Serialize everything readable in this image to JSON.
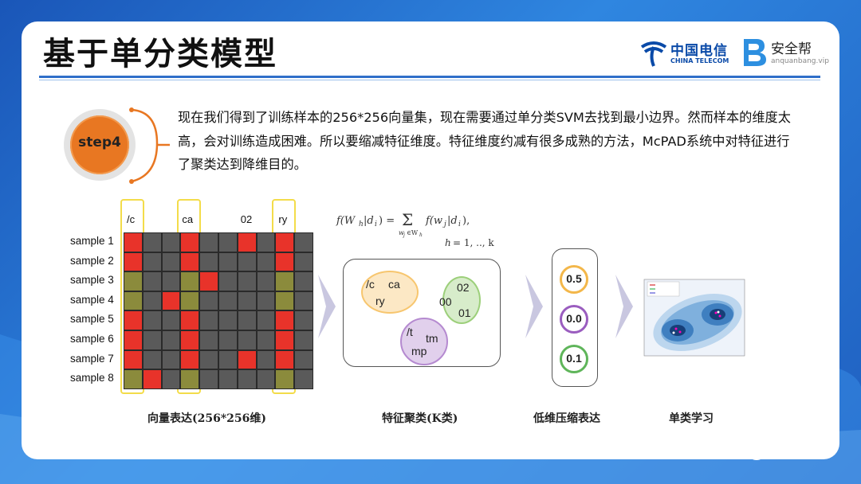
{
  "title": "基于单分类模型",
  "logos": {
    "telecom_cn": "中国电信",
    "telecom_en": "CHINA TELECOM",
    "aqb_cn": "安全帮",
    "aqb_en": "anquanbang.vip"
  },
  "step": {
    "label": "step4",
    "text": "现在我们得到了训练样本的256*256向量集，现在需要通过单分类SVM去找到最小边界。然而样本的维度太高，会对训练造成困难。所以要缩减特征维度。特征维度约减有很多成熟的方法，McPAD系统中对特征进行了聚类达到降维目的。"
  },
  "matrix": {
    "column_labels": [
      "/c",
      "ca",
      "02",
      "ry"
    ],
    "rows": [
      {
        "label": "sample 1",
        "cells": [
          "R",
          "G",
          "G",
          "R",
          "G",
          "G",
          "R",
          "G",
          "R",
          "G"
        ]
      },
      {
        "label": "sample 2",
        "cells": [
          "R",
          "G",
          "G",
          "R",
          "G",
          "G",
          "G",
          "G",
          "R",
          "G"
        ]
      },
      {
        "label": "sample 3",
        "cells": [
          "O",
          "G",
          "G",
          "O",
          "R",
          "G",
          "G",
          "G",
          "O",
          "G"
        ]
      },
      {
        "label": "sample 4",
        "cells": [
          "O",
          "G",
          "R",
          "O",
          "G",
          "G",
          "G",
          "G",
          "O",
          "G"
        ]
      },
      {
        "label": "sample 5",
        "cells": [
          "R",
          "G",
          "G",
          "R",
          "G",
          "G",
          "G",
          "G",
          "R",
          "G"
        ]
      },
      {
        "label": "sample 6",
        "cells": [
          "R",
          "G",
          "G",
          "R",
          "G",
          "G",
          "G",
          "G",
          "R",
          "G"
        ]
      },
      {
        "label": "sample 7",
        "cells": [
          "R",
          "G",
          "G",
          "R",
          "G",
          "G",
          "R",
          "G",
          "R",
          "G"
        ]
      },
      {
        "label": "sample 8",
        "cells": [
          "O",
          "R",
          "G",
          "O",
          "G",
          "G",
          "G",
          "G",
          "O",
          "G"
        ]
      }
    ],
    "caption": "向量表达(256*256维)"
  },
  "colors": {
    "cell_red": "#e8332a",
    "cell_gray": "#5a5a5a",
    "cell_olive": "#8b8b3c",
    "highlight": "#f3dc4a",
    "accent_orange": "#e87722",
    "title_rule": "#2f6fc9"
  },
  "clustering": {
    "formula_lhs": "f(W",
    "caption": "特征聚类(K类)",
    "clusters": [
      {
        "items": [
          "/c",
          "ca",
          "ry"
        ],
        "color": "#f7c66f"
      },
      {
        "items": [
          "02",
          "00",
          "01"
        ],
        "color": "#9ccf7a"
      },
      {
        "items": [
          "/t",
          "tm",
          "mp"
        ],
        "color": "#b58ad0"
      }
    ]
  },
  "compression": {
    "values": [
      "0.5",
      "0.0",
      "0.1"
    ],
    "caption": "低维压缩表达"
  },
  "learning": {
    "caption": "单类学习"
  },
  "watermark": "安全帮"
}
